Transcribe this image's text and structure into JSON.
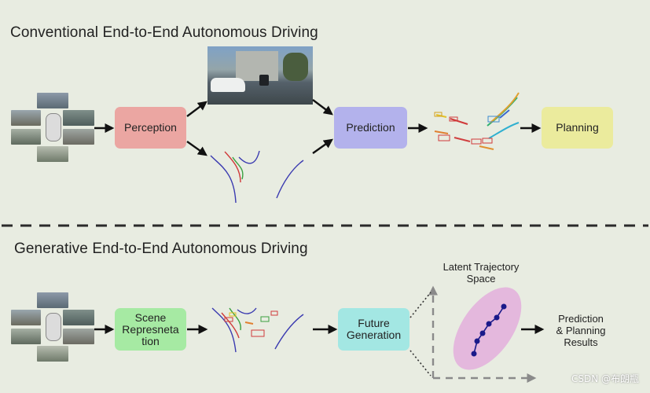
{
  "top": {
    "title": "Conventional End-to-End Autonomous Driving",
    "perception": "Perception",
    "prediction": "Prediction",
    "planning": "Planning"
  },
  "bottom": {
    "title": "Generative End-to-End Autonomous Driving",
    "scene_representation": "Scene\nRepresneta\ntion",
    "future_generation": "Future\nGeneration",
    "latent_space": "Latent Trajectory\nSpace",
    "results": "Prediction\n& Planning\nResults"
  },
  "watermark": "CSDN @布朗瓶",
  "colors": {
    "background": "#e8ece1",
    "perception": "#eba6a2",
    "prediction": "#b3b2ec",
    "planning": "#ebeb9d",
    "scene_representation": "#a6eaa3",
    "future_generation": "#a3e7e3",
    "latent_ellipse": "#e4b8dd",
    "trajectory_points": "#1a1a8a"
  }
}
